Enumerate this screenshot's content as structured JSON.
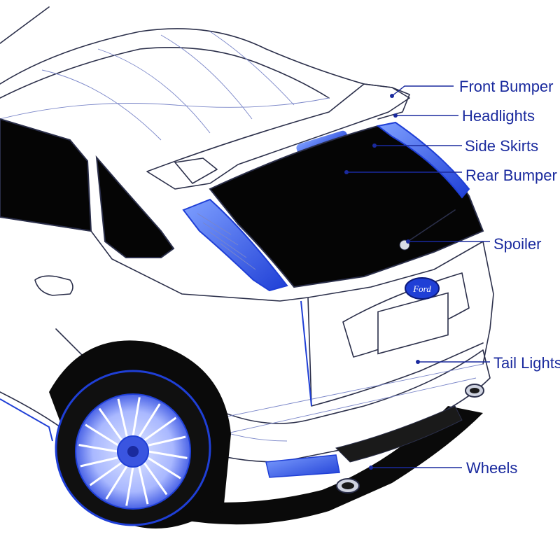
{
  "diagram": {
    "colors": {
      "label": "#1a2a9e",
      "callout_line": "#1a2a9e",
      "accent_blue": "#1f3fd6",
      "outline": "#2b2f4a",
      "glass": "#050505",
      "body": "#ffffff"
    },
    "badge_text": "Ford",
    "callouts": [
      {
        "id": "front-bumper",
        "label": "Front Bumper"
      },
      {
        "id": "headlights",
        "label": "Headlights"
      },
      {
        "id": "side-skirts",
        "label": "Side Skirts"
      },
      {
        "id": "rear-bumper",
        "label": "Rear Bumper"
      },
      {
        "id": "spoiler",
        "label": "Spoiler"
      },
      {
        "id": "tail-lights",
        "label": "Tail Lights"
      },
      {
        "id": "wheels",
        "label": "Wheels"
      }
    ]
  }
}
